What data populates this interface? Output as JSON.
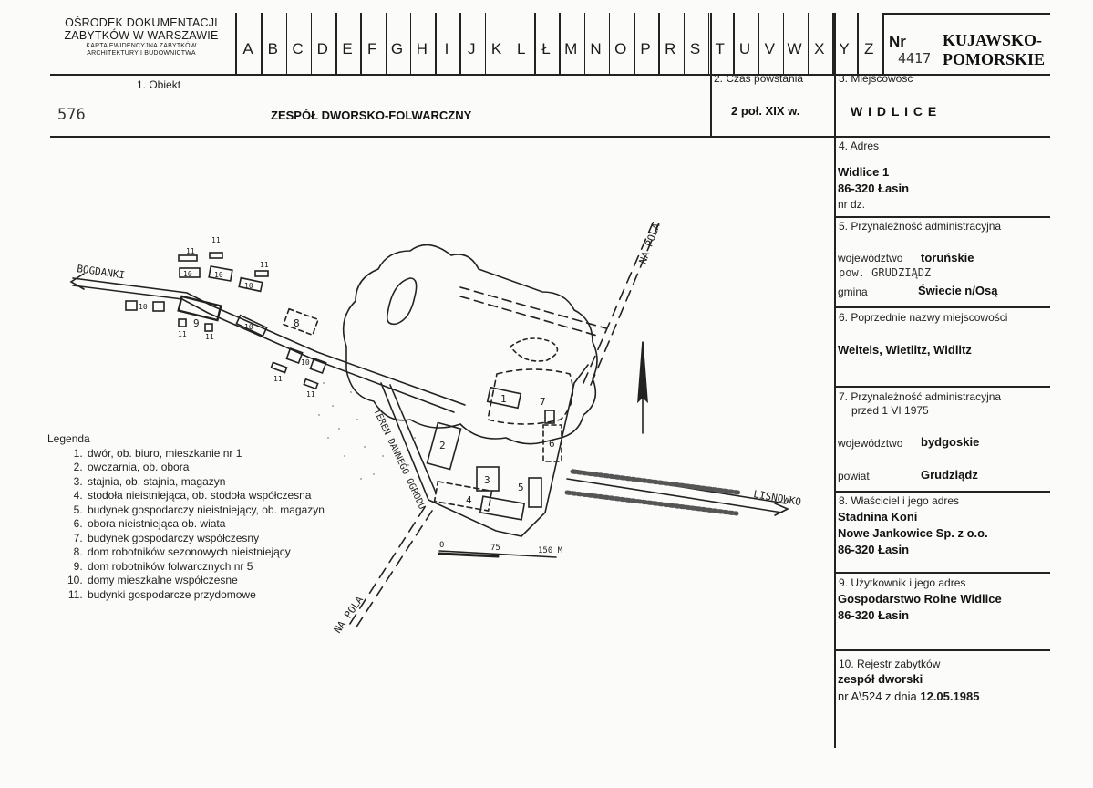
{
  "header": {
    "institution": {
      "line1": "OŚRODEK DOKUMENTACJI",
      "line2": "ZABYTKÓW W WARSZAWIE",
      "line3": "KARTA EWIDENCYJNA ZABYTKÓW",
      "line4": "ARCHITEKTURY I BUDOWNICTWA"
    },
    "letters": [
      "A",
      "B",
      "C",
      "D",
      "E",
      "F",
      "G",
      "H",
      "I",
      "J",
      "K",
      "L",
      "Ł",
      "M",
      "N",
      "O",
      "P",
      "R",
      "S",
      "T",
      "U",
      "V",
      "W",
      "X",
      "Y",
      "Z"
    ],
    "nr_label": "Nr",
    "nr_value": "4417",
    "region_line1": "KUJAWSKO-",
    "region_line2": "POMORSKIE"
  },
  "fields": {
    "obiekt": {
      "label": "1. Obiekt",
      "value": "ZESPÓŁ DWORSKO-FOLWARCZNY",
      "note": "576"
    },
    "czas": {
      "label": "2. Czas powstania",
      "value": "2 poł. XIX w."
    },
    "miejscowosc": {
      "label": "3. Miejscowość",
      "value": "W I D L I C E"
    },
    "adres": {
      "label": "4. Adres",
      "line1": "Widlice 1",
      "line2": "86-320 Łasin",
      "nr_dz": "nr dz."
    },
    "przyn1": {
      "label": "5. Przynależność administracyjna",
      "woj_label": "województwo",
      "woj_value": "toruńskie",
      "pow_handwritten": "pow. GRUDZIĄDZ",
      "gmina_label": "gmina",
      "gmina_value": "Świecie n/Osą"
    },
    "poprzednie": {
      "label": "6. Poprzednie nazwy miejscowości",
      "value": "Weitels, Wietlitz, Widlitz"
    },
    "przyn2": {
      "label_line1": "7. Przynależność administracyjna",
      "label_line2": "przed 1 VI 1975",
      "woj_label": "województwo",
      "woj_value": "bydgoskie",
      "pow_label": "powiat",
      "pow_value": "Grudziądz"
    },
    "wlasciciel": {
      "label": "8. Właściciel i jego adres",
      "line1": "Stadnina Koni",
      "line2": "Nowe Jankowice Sp. z o.o.",
      "line3": "86-320 Łasin"
    },
    "uzytkownik": {
      "label": "9. Użytkownik i jego adres",
      "line1": "Gospodarstwo Rolne Widlice",
      "line2": "86-320 Łasin"
    },
    "rejestr": {
      "label": "10. Rejestr zabytków",
      "line1": "zespół dworski",
      "line2_prefix": "nr A\\524 z dnia",
      "line2_date": "12.05.1985"
    }
  },
  "legend": {
    "title": "Legenda",
    "items": [
      "dwór, ob. biuro, mieszkanie nr 1",
      "owczarnia, ob. obora",
      "stajnia, ob. stajnia, magazyn",
      "stodoła nieistniejąca, ob. stodoła współczesna",
      "budynek gospodarczy nieistniejący, ob. magazyn",
      "obora nieistniejąca ob. wiata",
      "budynek gospodarczy współczesny",
      "dom robotników sezonowych nieistniejący",
      "dom robotników folwarcznych nr 5",
      "domy mieszkalne współczesne",
      "budynki gospodarcze przydomowe"
    ]
  },
  "map": {
    "road_bogdanki": "BOGDANKI",
    "road_lisnowko": "LISNOWKO",
    "na_pola": "NA POLA",
    "teren": "TEREN DAWNEGO OGRODU",
    "scale_0": "0",
    "scale_75": "75",
    "scale_150": "150 M",
    "n1": "1",
    "n2": "2",
    "n3": "3",
    "n4": "4",
    "n5": "5",
    "n6": "6",
    "n7": "7",
    "n8": "8",
    "n9": "9",
    "n10": "10",
    "n11": "11"
  }
}
